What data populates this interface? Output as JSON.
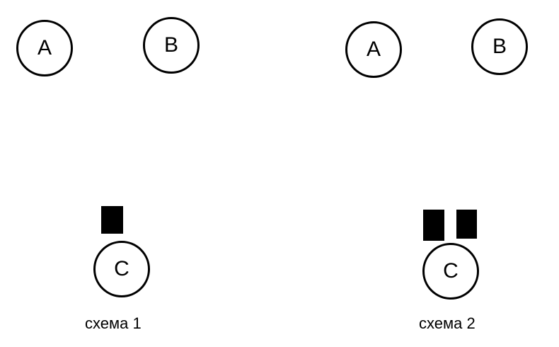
{
  "schemes": [
    {
      "nodes": {
        "a": "A",
        "b": "B",
        "c": "C"
      },
      "caption": "схема 1",
      "block_count": 1
    },
    {
      "nodes": {
        "a": "A",
        "b": "B",
        "c": "C"
      },
      "caption": "схема 2",
      "block_count": 2
    }
  ],
  "colors": {
    "stroke": "#000000",
    "fill": "#000000",
    "background": "#ffffff"
  }
}
